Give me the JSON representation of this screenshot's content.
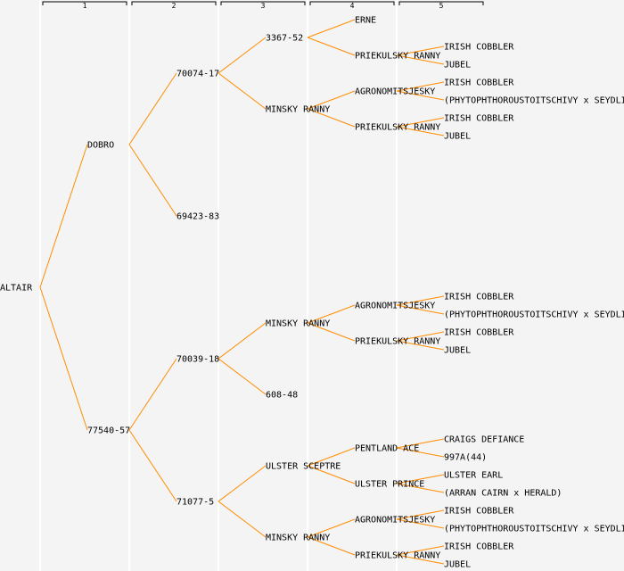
{
  "generation_labels": [
    "1",
    "2",
    "3",
    "4",
    "5"
  ],
  "colors": {
    "line": "#ff8c00",
    "background": "#f4f4f4",
    "divider": "#ffffff",
    "text": "#000000"
  },
  "pedigree": {
    "name": "ALTAIR",
    "parents": [
      {
        "name": "DOBRO",
        "parents": [
          {
            "name": "70074-17",
            "parents": [
              {
                "name": "3367-52",
                "parents": [
                  {
                    "name": "ERNE"
                  },
                  {
                    "name": "PRIEKULSKY RANNY",
                    "parents": [
                      {
                        "name": "IRISH COBBLER"
                      },
                      {
                        "name": "JUBEL"
                      }
                    ]
                  }
                ]
              },
              {
                "name": "MINSKY RANNY",
                "parents": [
                  {
                    "name": "AGRONOMITSJESKY",
                    "parents": [
                      {
                        "name": "IRISH COBBLER"
                      },
                      {
                        "name": "(PHYTOPHTHOROUSTOITSCHIVY x SEYDLITZ)"
                      }
                    ]
                  },
                  {
                    "name": "PRIEKULSKY RANNY",
                    "parents": [
                      {
                        "name": "IRISH COBBLER"
                      },
                      {
                        "name": "JUBEL"
                      }
                    ]
                  }
                ]
              }
            ]
          },
          {
            "name": "69423-83"
          }
        ]
      },
      {
        "name": "77540-57",
        "parents": [
          {
            "name": "70039-18",
            "parents": [
              {
                "name": "MINSKY RANNY",
                "parents": [
                  {
                    "name": "AGRONOMITSJESKY",
                    "parents": [
                      {
                        "name": "IRISH COBBLER"
                      },
                      {
                        "name": "(PHYTOPHTHOROUSTOITSCHIVY x SEYDLITZ)"
                      }
                    ]
                  },
                  {
                    "name": "PRIEKULSKY RANNY",
                    "parents": [
                      {
                        "name": "IRISH COBBLER"
                      },
                      {
                        "name": "JUBEL"
                      }
                    ]
                  }
                ]
              },
              {
                "name": "608-48"
              }
            ]
          },
          {
            "name": "71077-5",
            "parents": [
              {
                "name": "ULSTER SCEPTRE",
                "parents": [
                  {
                    "name": "PENTLAND ACE",
                    "parents": [
                      {
                        "name": "CRAIGS DEFIANCE"
                      },
                      {
                        "name": "997A(44)"
                      }
                    ]
                  },
                  {
                    "name": "ULSTER PRINCE",
                    "parents": [
                      {
                        "name": "ULSTER EARL"
                      },
                      {
                        "name": "(ARRAN CAIRN x HERALD)"
                      }
                    ]
                  }
                ]
              },
              {
                "name": "MINSKY RANNY",
                "parents": [
                  {
                    "name": "AGRONOMITSJESKY",
                    "parents": [
                      {
                        "name": "IRISH COBBLER"
                      },
                      {
                        "name": "(PHYTOPHTHOROUSTOITSCHIVY x SEYDLITZ)"
                      }
                    ]
                  },
                  {
                    "name": "PRIEKULSKY RANNY",
                    "parents": [
                      {
                        "name": "IRISH COBBLER"
                      },
                      {
                        "name": "JUBEL"
                      }
                    ]
                  }
                ]
              }
            ]
          }
        ]
      }
    ]
  }
}
